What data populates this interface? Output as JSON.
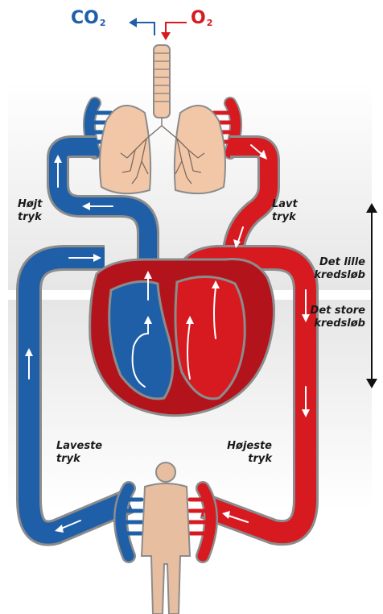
{
  "gases": {
    "co2_main": "CO",
    "co2_sub": "2",
    "o2_main": "O",
    "o2_sub": "2"
  },
  "labels": {
    "high_pressure": "Højt\ntryk",
    "low_pressure": "Lavt\ntryk",
    "lowest_pressure": "Laveste\ntryk",
    "highest_pressure": "Højeste\ntryk",
    "small_circulation": "Det lille\nkredsløb",
    "large_circulation": "Det store\nkredsløb"
  },
  "colors": {
    "deoxygenated_blood": "#1f5fa8",
    "oxygenated_blood": "#d71920",
    "heart_wall": "#b3141b",
    "outline": "#8c8c8c",
    "lungs": "#f2c7a8",
    "body": "#e8bea0",
    "background_band": "#ececec"
  }
}
